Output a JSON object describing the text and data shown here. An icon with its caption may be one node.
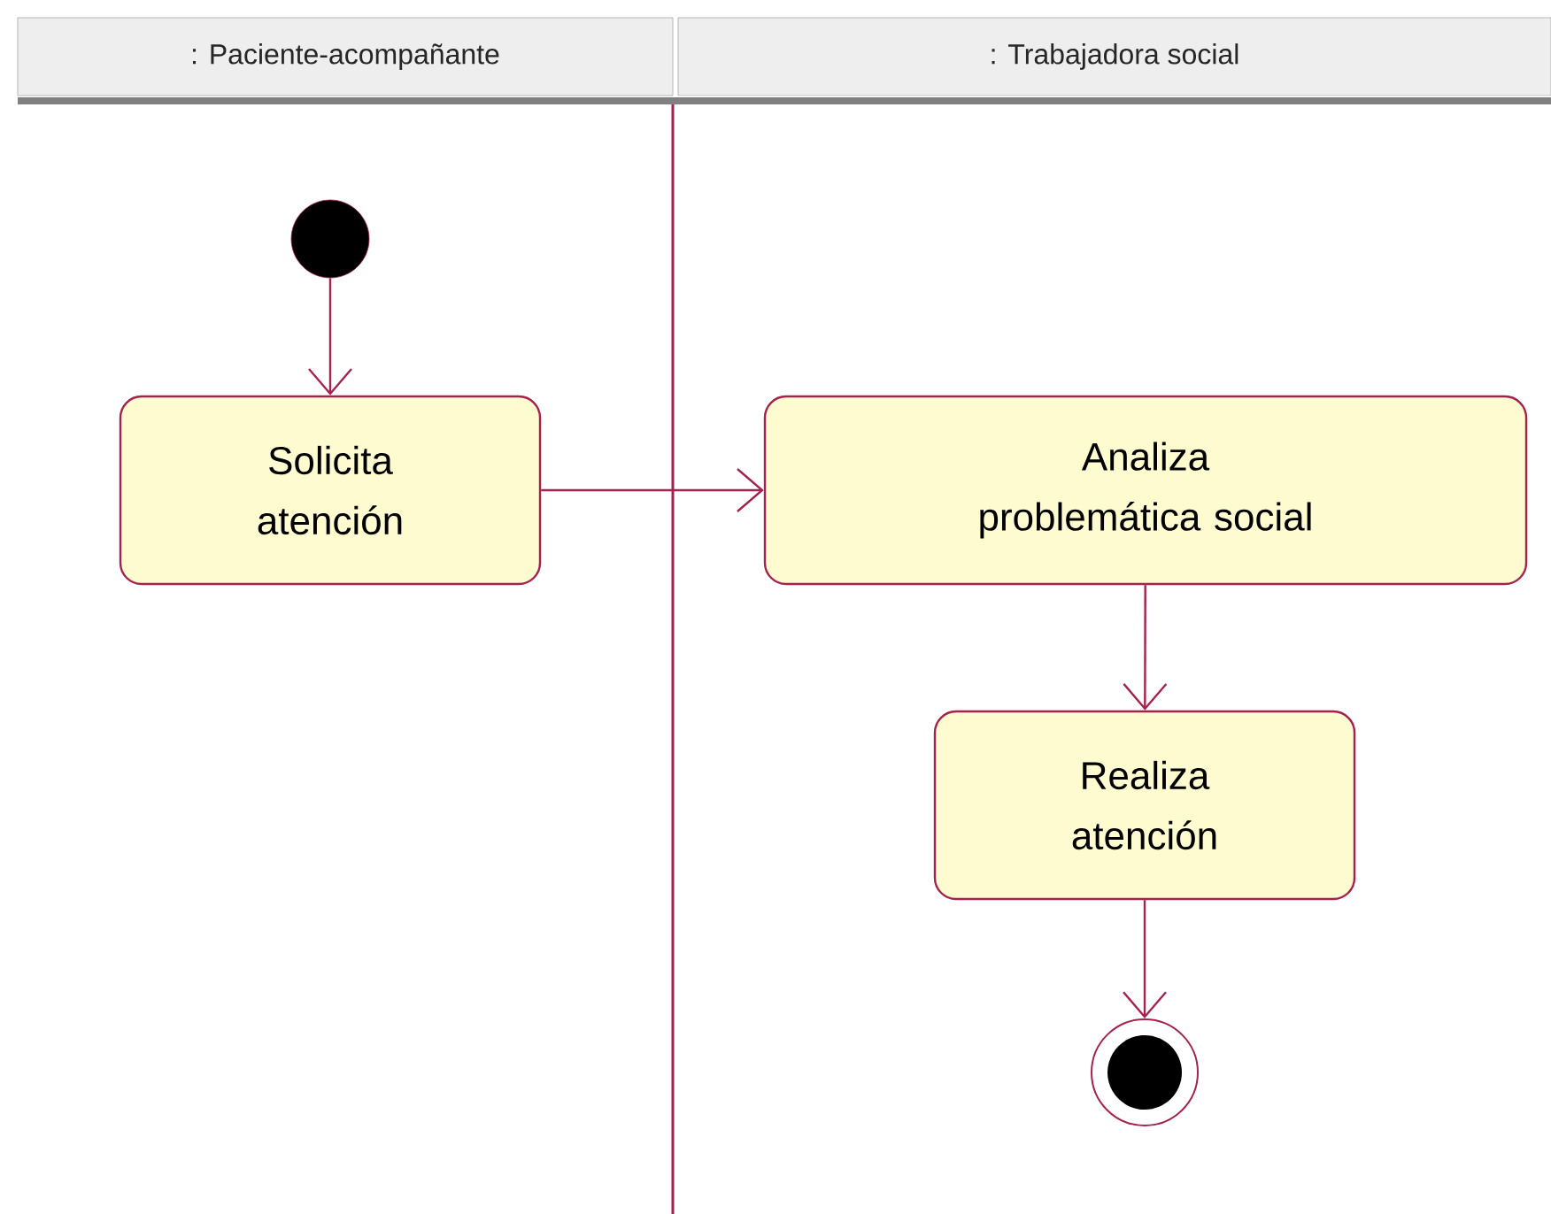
{
  "diagram": {
    "nodes": [
      {
        "text": [
          ": Paciente-acompañante"
        ]
      },
      {
        "text": [
          ": Trabajadora social"
        ]
      },
      {
        "text": [],
        "shape": "circle"
      },
      {
        "text": [
          "Solicita atención"
        ]
      },
      {
        "text": [
          "Analiza problemática social"
        ]
      },
      {
        "text": [
          "Realiza atención"
        ]
      },
      {
        "text": [],
        "shape": "bullseye"
      }
    ],
    "edges": [
      {
        "from": 2,
        "to": 3,
        "arrow": "to"
      },
      {
        "from": 3,
        "to": 4,
        "arrow": "to"
      },
      {
        "from": 4,
        "to": 5,
        "arrow": "to"
      },
      {
        "from": 5,
        "to": 6,
        "arrow": "to"
      }
    ]
  }
}
